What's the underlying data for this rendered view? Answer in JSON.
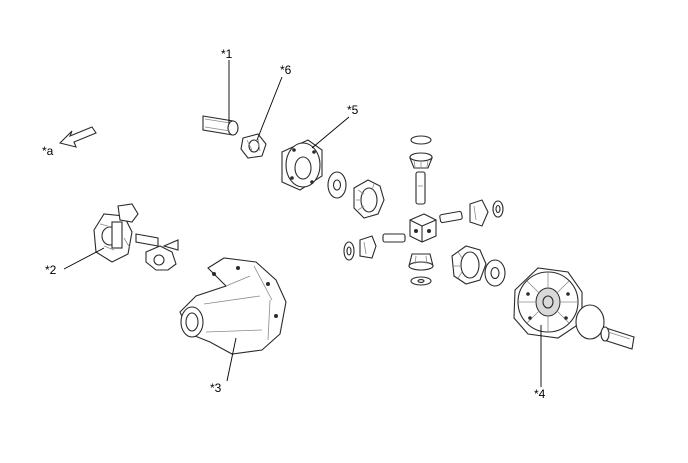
{
  "labels": {
    "l1": "*1",
    "l2": "*2",
    "l3": "*3",
    "l4": "*4",
    "l5": "*5",
    "l6": "*6",
    "la": "*a"
  }
}
